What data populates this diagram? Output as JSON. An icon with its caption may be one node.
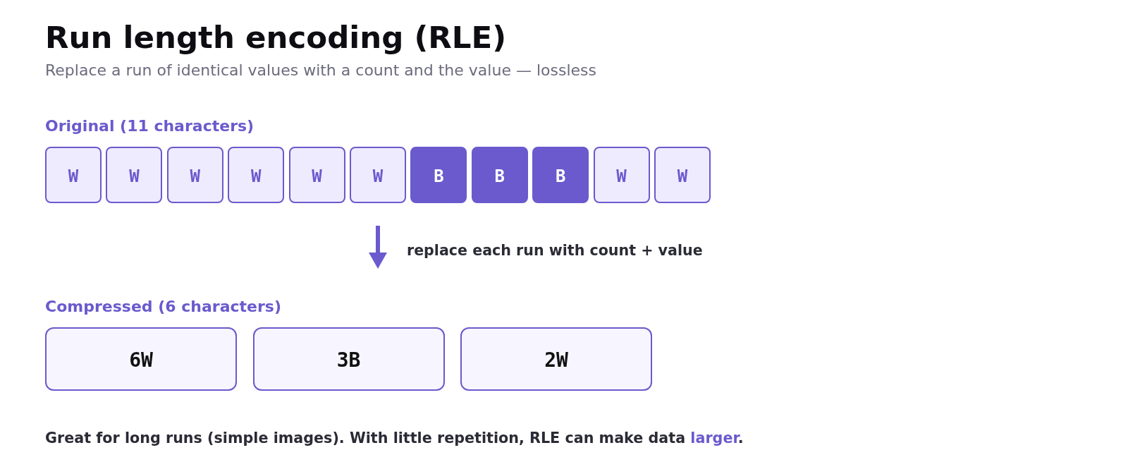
{
  "diagram": {
    "title": "Run length encoding (RLE)",
    "nodes": [
      {
        "text": [
          "W"
        ]
      },
      {
        "text": [
          "W"
        ]
      },
      {
        "text": [
          "W"
        ]
      },
      {
        "text": [
          "W"
        ]
      },
      {
        "text": [
          "W"
        ]
      },
      {
        "text": [
          "W"
        ]
      },
      {
        "text": [
          "B"
        ]
      },
      {
        "text": [
          "B"
        ]
      },
      {
        "text": [
          "B"
        ]
      },
      {
        "text": [
          "W"
        ]
      },
      {
        "text": [
          "W"
        ]
      },
      {
        "text": [
          "6W"
        ]
      },
      {
        "text": [
          "3B"
        ]
      },
      {
        "text": [
          "2W"
        ]
      }
    ],
    "labels": [
      "Replace a run of identical values with a count and the value — lossless",
      "Original (11 characters)",
      "replace each run with count + value",
      "Compressed (6 characters)",
      "Great for long runs (simple images). With little repetition, RLE can make data **larger**."
    ]
  }
}
